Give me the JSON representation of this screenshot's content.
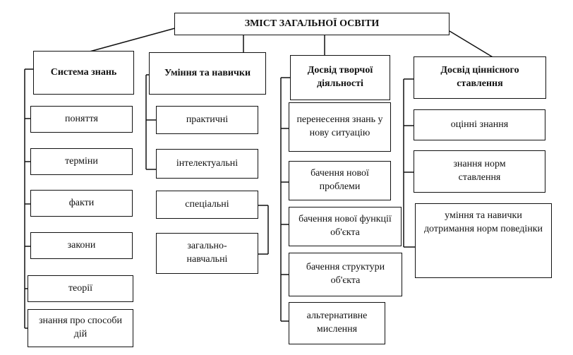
{
  "title": "ЗМІСТ ЗАГАЛЬНОЇ ОСВІТИ",
  "columns": [
    {
      "heading": "Система знань",
      "items": [
        "поняття",
        "терміни",
        "факти",
        "закони",
        "теорії",
        "знання про способи дій"
      ]
    },
    {
      "heading": "Уміння та навички",
      "items": [
        "практичні",
        "інтелектуальні",
        "спеціальні",
        "загально-навчальні"
      ]
    },
    {
      "heading": "Досвід творчої діяльності",
      "items": [
        "перенесення знань у нову ситуацію",
        "бачення нової проблеми",
        "бачення нової функції об'єкта",
        "бачення структури об'єкта",
        "альтернативне мислення"
      ]
    },
    {
      "heading": "Досвід ціннісного ставлення",
      "items": [
        "оцінні знання",
        "знання норм ставлення",
        "уміння та навички дотримання норм поведінки"
      ]
    }
  ]
}
